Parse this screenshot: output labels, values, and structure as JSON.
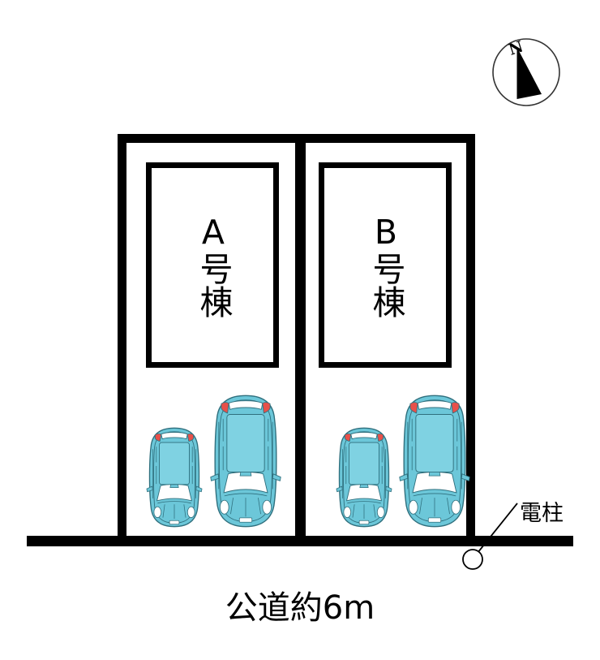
{
  "diagram": {
    "type": "site-plan",
    "title_text_visible": false,
    "background_color": "#ffffff",
    "line_color": "#000000"
  },
  "compass": {
    "icon": "compass-north-icon",
    "north_label": "N",
    "needle_color": "#000000",
    "circle_stroke": "#222222"
  },
  "plots": [
    {
      "id": "a",
      "building_label": "A号棟",
      "cars": [
        {
          "size": "small",
          "name": "kei-car"
        },
        {
          "size": "large",
          "name": "sedan-car"
        }
      ]
    },
    {
      "id": "b",
      "building_label": "B号棟",
      "cars": [
        {
          "size": "small",
          "name": "kei-car"
        },
        {
          "size": "large",
          "name": "sedan-car"
        }
      ]
    }
  ],
  "annotations": {
    "utility_pole_label": "電柱",
    "road_label": "公道約6m"
  },
  "colors": {
    "car_body": "#6cc7d9",
    "car_body_dark": "#56b3c7",
    "car_outline": "#2f6f7d",
    "car_glass": "#ffffff",
    "taillight": "#e8504a",
    "wall": "#000000"
  }
}
